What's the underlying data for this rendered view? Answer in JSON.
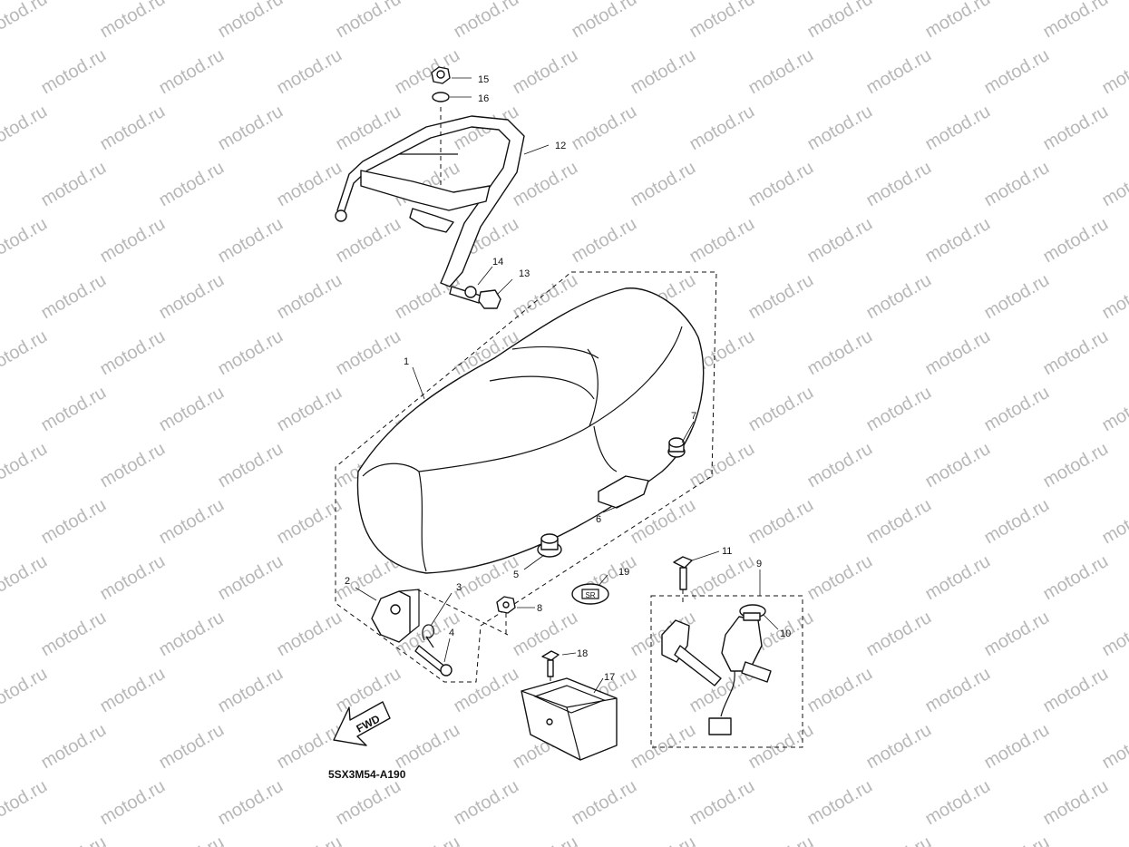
{
  "watermark": "motod.ru",
  "diagram_code": "5SX3M54-A190",
  "fwd_label": "FWD",
  "callouts": {
    "c1": "1",
    "c2": "2",
    "c3": "3",
    "c4": "4",
    "c5": "5",
    "c6": "6",
    "c7": "7",
    "c8": "8",
    "c9": "9",
    "c10": "10",
    "c11": "11",
    "c12": "12",
    "c13": "13",
    "c14": "14",
    "c15": "15",
    "c16": "16",
    "c17": "17",
    "c18": "18",
    "c19": "19"
  }
}
